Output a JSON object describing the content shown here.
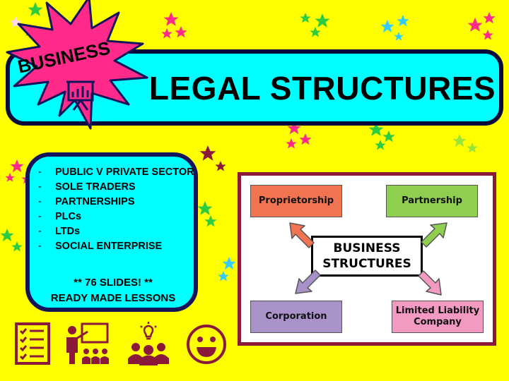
{
  "burst": {
    "label": "BUSINESS",
    "color": "#ff2a8a",
    "icon": "presentation-board-icon"
  },
  "title": {
    "text": "LEGAL STRUCTURES",
    "banner_color": "#00ffff"
  },
  "info": {
    "items": [
      "PUBLIC V PRIVATE SECTOR",
      "SOLE TRADERS",
      "PARTNERSHIPS",
      "PLCs",
      "LTDs",
      "SOCIAL ENTERPRISE"
    ],
    "slides_note": "** 76 SLIDES! **",
    "ready_note": "READY MADE LESSONS"
  },
  "diagram": {
    "center_line1": "BUSINESS",
    "center_line2": "STRUCTURES",
    "boxes": {
      "proprietorship": {
        "label": "Proprietorship",
        "color": "#f2734f"
      },
      "partnership": {
        "label": "Partnership",
        "color": "#8fcf4f"
      },
      "corporation": {
        "label": "Corporation",
        "color": "#a991c9"
      },
      "llc": {
        "label": "Limited Liability Company",
        "color": "#f29ac1"
      }
    }
  },
  "bottom_icons": [
    "checklist-icon",
    "teacher-icon",
    "team-idea-icon",
    "smiley-face-icon"
  ],
  "colors": {
    "background": "#ffff00",
    "dark_red": "#8b1a3a",
    "navy": "#14145a"
  }
}
